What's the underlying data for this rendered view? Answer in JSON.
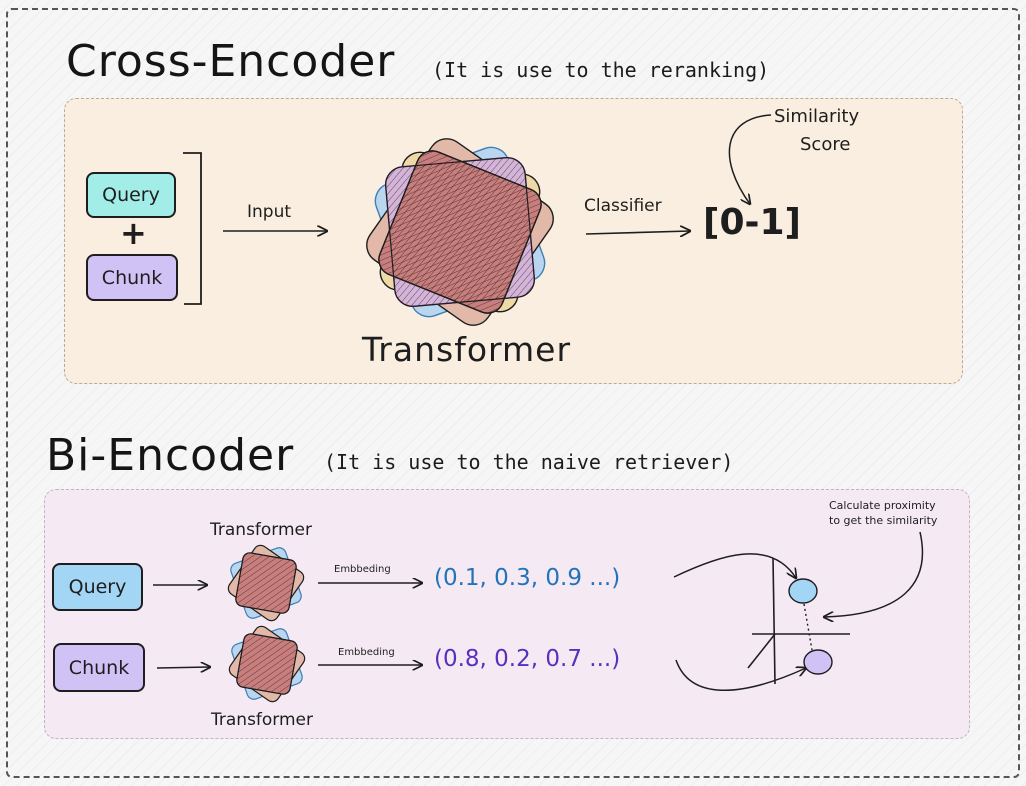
{
  "cross_encoder": {
    "title": "Cross-Encoder",
    "subtitle": "(It is use to the reranking)",
    "query_label": "Query",
    "plus": "+",
    "chunk_label": "Chunk",
    "input_label": "Input",
    "transformer_label": "Transformer",
    "classifier_label": "Classifier",
    "score_range": "[0-1]",
    "similarity_label": "Similarity",
    "score_label": "Score"
  },
  "bi_encoder": {
    "title": "Bi-Encoder",
    "subtitle": "(It is use to the naive retriever)",
    "query_label": "Query",
    "chunk_label": "Chunk",
    "transformer_top_label": "Transformer",
    "transformer_bottom_label": "Transformer",
    "embedding_label_1": "Embbeding",
    "embedding_label_2": "Embbeding",
    "query_vector": "(0.1, 0.3, 0.9 ...)",
    "chunk_vector": "(0.8, 0.2, 0.7 ...)",
    "proximity_line_1": "Calculate proximity",
    "proximity_line_2": "to get the similarity"
  },
  "colors": {
    "cross_panel_bg": "#f9eedf",
    "bi_panel_bg": "#f5eaf3",
    "cross_query_box": "#a3ede9",
    "chunk_box": "#d1c2f5",
    "bi_query_box": "#a3d5f5",
    "query_vector_text": "#2273b9",
    "chunk_vector_text": "#5a2fbf",
    "query_point": "#a3d5f5",
    "chunk_point": "#d1c2f5"
  }
}
